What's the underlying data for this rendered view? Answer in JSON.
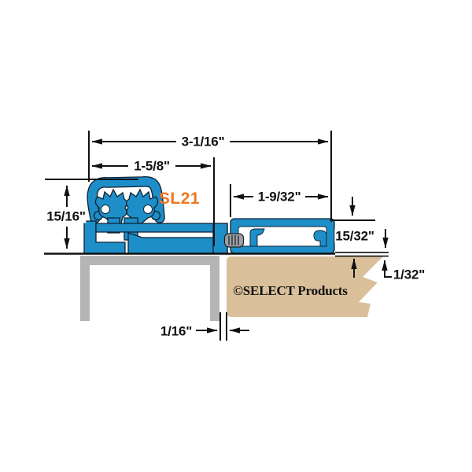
{
  "product": {
    "code": "SL21",
    "copyright": "©SELECT Products"
  },
  "dimensions": {
    "overall_width": "3-1/16\"",
    "frame_leaf_width": "1-5/8\"",
    "door_leaf_width": "1-9/32\"",
    "frame_leaf_height": "15/16\"",
    "door_leaf_height": "15/32\"",
    "door_top_clearance": "1/32\"",
    "frame_to_door_gap": "1/16\""
  },
  "colors": {
    "profile_blue": "#1e8ec8",
    "outline_dark": "#0f2233",
    "frame_gray": "#b5b5b6",
    "door_tan": "#d9c09a",
    "accent_orange": "#f0761f",
    "dimension_black": "#111111"
  }
}
